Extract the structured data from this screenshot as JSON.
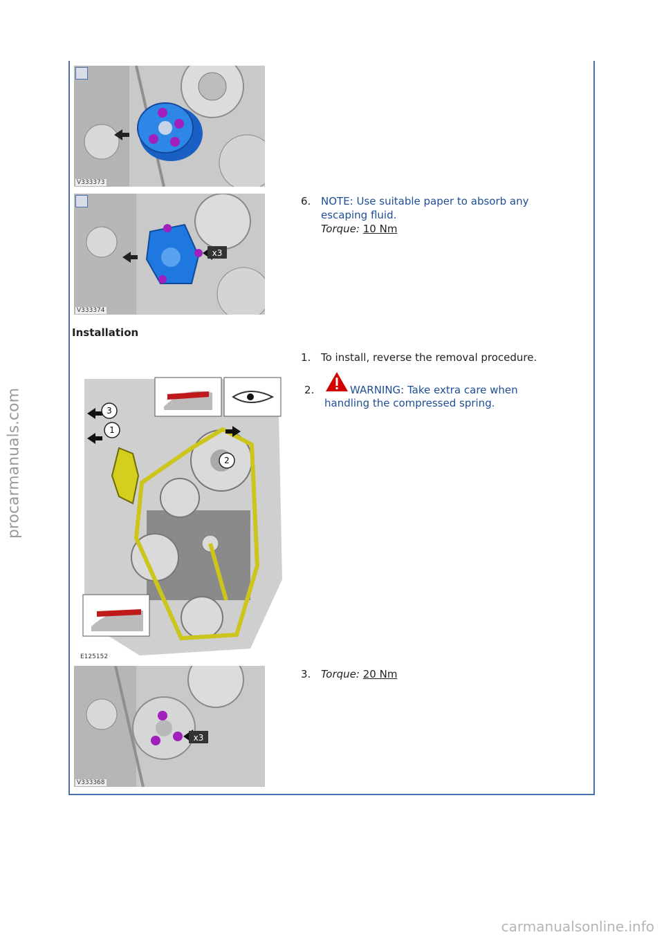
{
  "figures": [
    {
      "code": "V333373"
    },
    {
      "code": "V333374",
      "callout": "x3"
    },
    {
      "code": "E125152",
      "callouts": [
        "3",
        "1",
        "2"
      ]
    },
    {
      "code": "V333368",
      "callout": "x3"
    }
  ],
  "step6": {
    "number": "6.",
    "note": "NOTE: Use suitable paper to absorb any",
    "note_cont": "escaping fluid.",
    "torque_label": "Torque:",
    "torque_value": "10 Nm"
  },
  "installation": {
    "heading": "Installation",
    "steps": [
      {
        "number": "1.",
        "text": "To install, reverse the removal procedure."
      },
      {
        "number": "2.",
        "warning": "WARNING: Take extra care when",
        "warning_cont": "handling the compressed spring."
      },
      {
        "number": "3.",
        "torque_label": "Torque:",
        "torque_value": "20 Nm"
      }
    ]
  },
  "watermarks": {
    "side": "procarmanuals.com",
    "bottom": "carmanualsonline.info"
  },
  "colors": {
    "frame_border": "#4a6fb0",
    "note_text": "#1f4e96",
    "highlight_part": "#1e6fd6",
    "bolt": "#9b1fb8",
    "belt": "#c8c41a",
    "warning_red": "#d40000"
  }
}
